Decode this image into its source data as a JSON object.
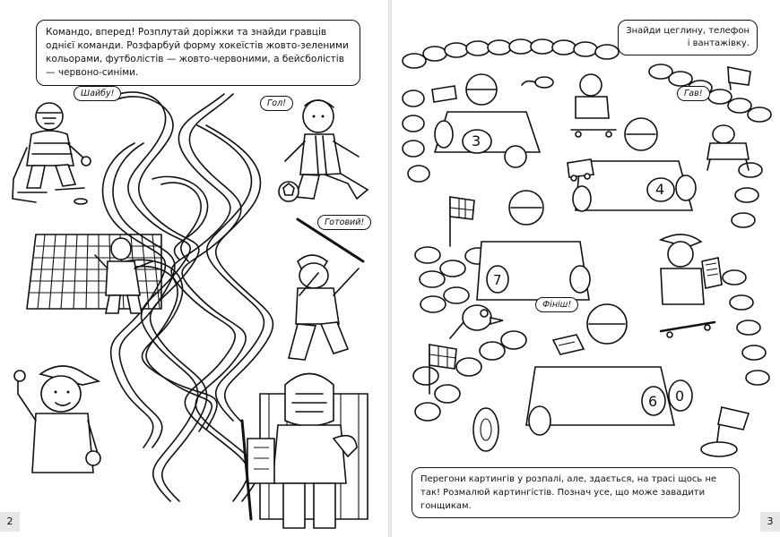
{
  "left_page": {
    "instructions": "Командо, вперед! Розплутай доріжки та знайди гравців однієї команди. Розфарбуй форму хокеїстів жовто-зеленими кольорами, футболістів — жовто-червоними, а бейсболістів — червоно-синіми.",
    "speech": {
      "hockey": "Шайбу!",
      "football": "Гол!",
      "baseball": "Готовий!"
    },
    "page_number": "2"
  },
  "right_page": {
    "find_task": "Знайди цеглину, телефон і вантажівку.",
    "speech": {
      "dog": "Гав!",
      "bird": "Фініш!"
    },
    "kart_numbers": [
      "3",
      "4",
      "7",
      "6",
      "0"
    ],
    "bottom_task": "Перегони картингів у розпалі, але, здається, на трасі щось не так! Розмалюй картингістів. Познач усе, що може завадити гонщикам.",
    "page_number": "3"
  }
}
